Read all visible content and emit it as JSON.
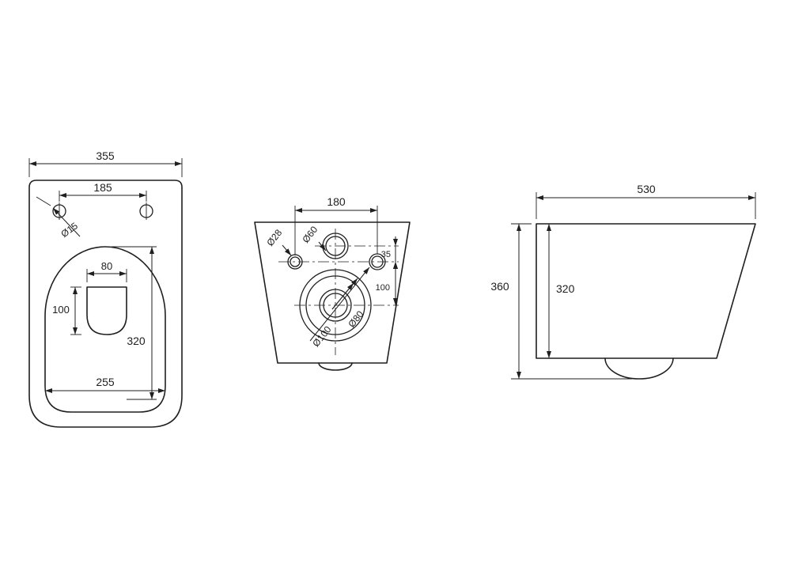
{
  "colors": {
    "ink": "#1f1f1f",
    "background": "#ffffff"
  },
  "views": {
    "top_view": {
      "overall_width": "355",
      "hole_spacing": "185",
      "hole_diameter": "Ø15",
      "opening_width": "80",
      "opening_depth": "100",
      "bowl_length": "320",
      "bowl_width": "255"
    },
    "rear_view": {
      "hole_spacing": "180",
      "left_hole_diameter": "Ø28",
      "center_hole_diameter": "Ø60",
      "hole_offset": "35",
      "outlet_offset": "100",
      "outlet_inner_diameter": "Ø80",
      "outlet_outer_diameter": "Ø100"
    },
    "side_view": {
      "overall_depth": "530",
      "overall_height": "360",
      "wall_height": "320"
    }
  }
}
